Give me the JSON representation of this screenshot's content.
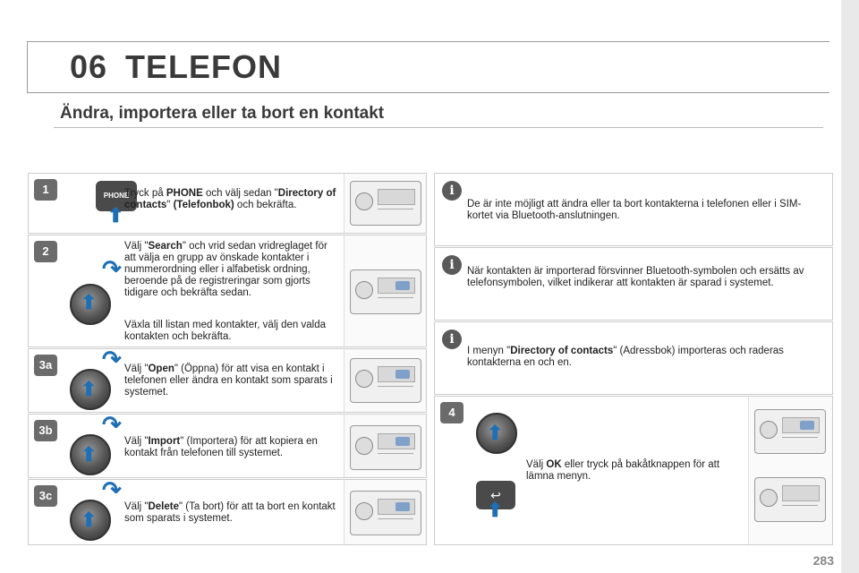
{
  "header": {
    "chapter_number": "06",
    "chapter_title": "TELEFON"
  },
  "section": {
    "title": "Ändra, importera eller ta bort en kontakt"
  },
  "steps": [
    {
      "badge": "1",
      "parts": [
        {
          "t": "Tryck på ",
          "b": false
        },
        {
          "t": "PHONE",
          "b": true
        },
        {
          "t": " och välj sedan \"",
          "b": false
        },
        {
          "t": "Directory of contacts",
          "b": true
        },
        {
          "t": "\" ",
          "b": false
        },
        {
          "t": "(Telefonbok)",
          "b": true
        },
        {
          "t": " och bekräfta.",
          "b": false
        }
      ],
      "icon_label": "PHONE"
    },
    {
      "badge": "2",
      "parts": [
        {
          "t": "Välj \"",
          "b": false
        },
        {
          "t": "Search",
          "b": true
        },
        {
          "t": "\" och vrid sedan vridreglaget för att välja en grupp av önskade kontakter i nummerordning eller i alfabetisk ordning, beroende på de registreringar som gjorts tidigare och bekräfta sedan.",
          "b": false
        }
      ],
      "para2": "Växla till listan med kontakter, välj den valda kontakten och bekräfta."
    },
    {
      "badge": "3a",
      "parts": [
        {
          "t": "Välj \"",
          "b": false
        },
        {
          "t": "Open",
          "b": true
        },
        {
          "t": "\" (Öppna) för att visa en kontakt i telefonen eller ändra en kontakt som sparats i systemet.",
          "b": false
        }
      ]
    },
    {
      "badge": "3b",
      "parts": [
        {
          "t": "Välj \"",
          "b": false
        },
        {
          "t": "Import",
          "b": true
        },
        {
          "t": "\" (Importera) för att kopiera en kontakt från telefonen till systemet.",
          "b": false
        }
      ]
    },
    {
      "badge": "3c",
      "parts": [
        {
          "t": "Välj \"",
          "b": false
        },
        {
          "t": "Delete",
          "b": true
        },
        {
          "t": "\" (Ta bort) för att ta bort en kontakt som sparats i systemet.",
          "b": false
        }
      ]
    }
  ],
  "info_notes": [
    {
      "parts": [
        {
          "t": "De är inte möjligt att ändra eller ta bort kontakterna i telefonen eller i SIM-kortet via Bluetooth-anslutningen.",
          "b": false
        }
      ]
    },
    {
      "parts": [
        {
          "t": "När kontakten är importerad försvinner Bluetooth-symbolen och ersätts av telefonsymbolen, vilket indikerar att kontakten är sparad i systemet.",
          "b": false
        }
      ]
    },
    {
      "parts": [
        {
          "t": "I menyn \"",
          "b": false
        },
        {
          "t": "Directory of contacts",
          "b": true
        },
        {
          "t": "\" (Adressbok) importeras och raderas kontakterna en och en.",
          "b": false
        }
      ]
    }
  ],
  "step4": {
    "badge": "4",
    "parts": [
      {
        "t": "Välj ",
        "b": false
      },
      {
        "t": "OK",
        "b": true
      },
      {
        "t": " eller tryck på bakåtknappen för att lämna menyn.",
        "b": false
      }
    ],
    "back_icon": "↩"
  },
  "info_icon_glyph": "i",
  "footer": {
    "page": "283"
  },
  "colors": {
    "accent_blue": "#1f6fb5",
    "badge_gray": "#6b6b6b"
  }
}
